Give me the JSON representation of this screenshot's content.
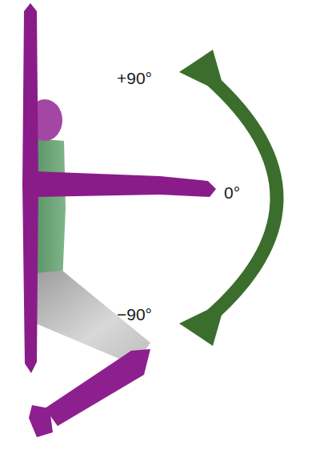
{
  "diagram": {
    "labels": [
      "+90°",
      "0°",
      "−90°"
    ]
  }
}
